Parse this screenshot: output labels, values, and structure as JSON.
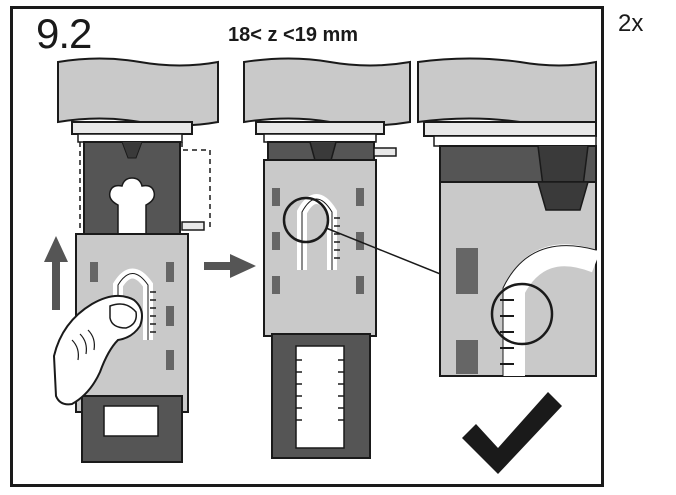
{
  "step_number": "9.2",
  "dimension_label": "18< z <19 mm",
  "quantity_label": "2x",
  "colors": {
    "line": "#1a1a1a",
    "light_grey": "#c9c9c9",
    "mid_grey": "#8c8c8c",
    "dark_grey": "#555555",
    "white": "#ffffff"
  },
  "icons": [
    "arrow-up-icon",
    "arrow-right-icon",
    "checkmark-icon",
    "finger-icon",
    "magnifier-circle-icon"
  ]
}
